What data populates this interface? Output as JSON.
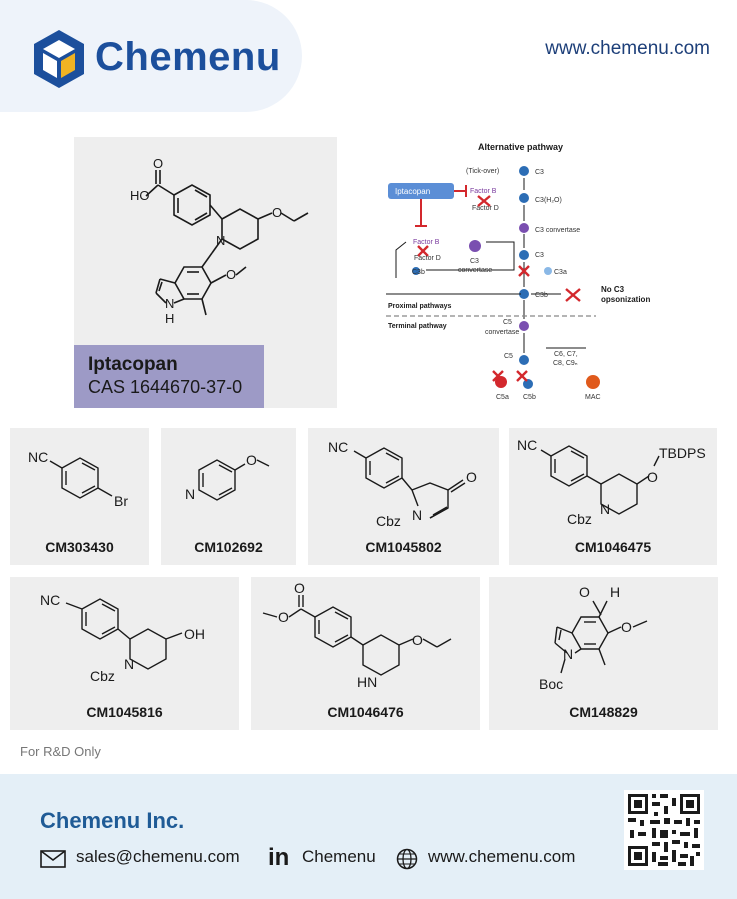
{
  "header": {
    "brand": "Chemenu",
    "website": "www.chemenu.com",
    "logo_icon": "cube-icon"
  },
  "hero": {
    "compound_name": "Iptacopan",
    "cas": "CAS 1644670-37-0",
    "structure_labels": {
      "acid": "HO",
      "oxygen": "O",
      "nitrogen": "N",
      "indole_nh": "N",
      "indole_h": "H"
    }
  },
  "pathway": {
    "title": "Alternative pathway",
    "tickover": "(Tick-over)",
    "drug": "Iptacopan",
    "factor_b_1": "Factor B",
    "factor_d_1": "Factor D",
    "factor_b_2": "Factor B",
    "factor_d_2": "Factor D",
    "c3_1": "C3",
    "c3h2o": "C3(H₂O)",
    "c3_convertase": "C3 convertase",
    "c3_loop": "C3",
    "convertase_loop": "convertase",
    "c3_2": "C3",
    "c3a": "C3a",
    "c3b_1": "C3b",
    "c3b_2": "C3b",
    "no_c3_line1": "No C3",
    "no_c3_line2": "opsonization",
    "proximal": "Proximal pathways",
    "terminal": "Terminal pathway",
    "c5_conv_1": "C5",
    "c5_conv_2": "convertase",
    "c5": "C5",
    "c6_line1": "C6, C7,",
    "c6_line2": "C8, C9ₙ",
    "c5a": "C5a",
    "c5b": "C5b",
    "mac": "MAC",
    "colors": {
      "drug_box": "#5b8ed6",
      "inhibit": "#d3282d",
      "factor_text": "#7a3a9e",
      "protein": "#2c6db5"
    }
  },
  "products": [
    {
      "code": "CM303430",
      "labels": [
        "NC",
        "Br"
      ]
    },
    {
      "code": "CM102692",
      "labels": [
        "N",
        "O"
      ]
    },
    {
      "code": "CM1045802",
      "labels": [
        "NC",
        "O",
        "N",
        "Cbz"
      ]
    },
    {
      "code": "CM1046475",
      "labels": [
        "NC",
        "TBDPS",
        "O",
        "N",
        "Cbz"
      ]
    },
    {
      "code": "CM1045816",
      "labels": [
        "NC",
        "OH",
        "N",
        "Cbz"
      ]
    },
    {
      "code": "CM1046476",
      "labels": [
        "O",
        "O",
        "O",
        "HN"
      ]
    },
    {
      "code": "CM148829",
      "labels": [
        "O",
        "H",
        "O",
        "N",
        "Boc"
      ]
    }
  ],
  "footnote": "For R&D Only",
  "footer": {
    "company": "Chemenu Inc.",
    "email": "sales@chemenu.com",
    "linkedin": "Chemenu",
    "linkedin_logo": "in",
    "website": "www.chemenu.com",
    "icons": [
      "mail-icon",
      "linkedin-icon",
      "globe-icon",
      "qr-code"
    ]
  }
}
